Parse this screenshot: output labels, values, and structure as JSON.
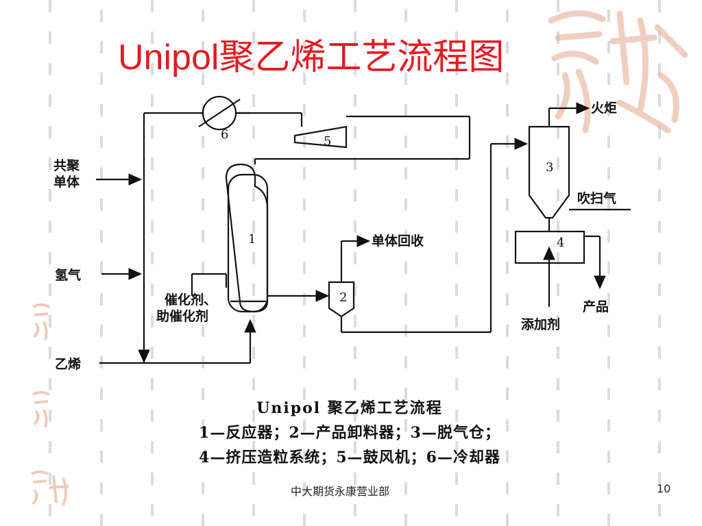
{
  "slide": {
    "title": "Unipol聚乙烯工艺流程图",
    "footer_org": "中大期货永康营业部",
    "page_number": "10"
  },
  "diagram": {
    "inputs": {
      "comonomer": "共聚",
      "comonomer2": "单体",
      "hydrogen": "氢气",
      "ethylene": "乙烯",
      "catalyst": "催化剂、",
      "cocatalyst": "助催化剂",
      "additive": "添加剂",
      "purge_gas": "吹扫气"
    },
    "outputs": {
      "flare": "火炬",
      "monomer_recovery": "单体回收",
      "product": "产品"
    },
    "equipment_numbers": [
      "1",
      "2",
      "3",
      "4",
      "5",
      "6"
    ]
  },
  "caption": {
    "line1": "Unipol 聚乙烯工艺流程",
    "line2": "1—反应器；2—产品卸料器；3—脱气仓；",
    "line3": "4—挤压造粒系统；5—鼓风机；6—冷却器"
  },
  "colors": {
    "title": "#e31b23",
    "seal": "#e8b7a0",
    "line": "#111111"
  },
  "decor": {
    "seal_main": "吉祥",
    "seal_side": "吉"
  }
}
